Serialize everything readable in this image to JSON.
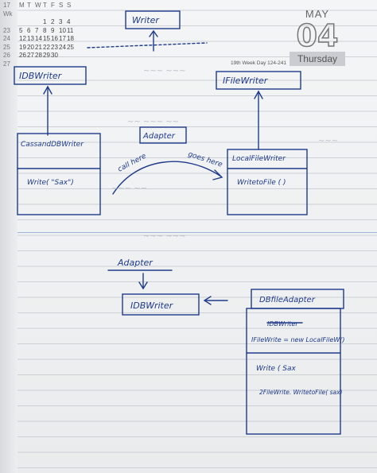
{
  "calendar": {
    "week_label": "17 Wk",
    "headers": [
      "M",
      "T",
      "W",
      "T",
      "F",
      "S",
      "S"
    ],
    "rows": [
      {
        "wk": "",
        "days": [
          "",
          "",
          "",
          "1",
          "2",
          "3",
          "4"
        ]
      },
      {
        "wk": "23",
        "days": [
          "5",
          "6",
          "7",
          "8",
          "9",
          "10",
          "11"
        ]
      },
      {
        "wk": "24",
        "days": [
          "12",
          "13",
          "14",
          "15",
          "16",
          "17",
          "18"
        ]
      },
      {
        "wk": "25",
        "days": [
          "19",
          "20",
          "21",
          "22",
          "23",
          "24",
          "25"
        ]
      },
      {
        "wk": "26",
        "days": [
          "26",
          "27",
          "28",
          "29",
          "30",
          "",
          ""
        ]
      }
    ],
    "side_weeks": [
      "27"
    ]
  },
  "date": {
    "month": "MAY",
    "day": "04",
    "weekday": "Thursday",
    "week_info": "19th Week Day 124-241"
  },
  "diagram_top": {
    "writer_box": "Writer",
    "idbwriter_box": "IDBWriter",
    "ifilewriter_box": "IFileWriter",
    "cassandra_box_title": "CassandDBWriter",
    "cassandra_method": "Write( \"Sax\")",
    "adapter_label": "Adapter",
    "localfile_box_title": "LocalFileWriter",
    "localfile_method": "WritetoFile ( )",
    "call_note": "call here",
    "goes_note": "goes here"
  },
  "diagram_bottom": {
    "adapter_label": "Adapter",
    "idbwriter_box": "IDBWriter",
    "dbfileadapter_title": "DBfileAdapter",
    "struck_text": "IDBWriter",
    "field_line": "IFileWrite  = new LocalFileW()",
    "method_line": "Write (  Sax",
    "call_line": "2FileWrite. WritetoFile( sax)"
  },
  "colors": {
    "ink": "#1e3a8a",
    "ruling": "#c9cdd2",
    "paper": "#f1f2f3"
  }
}
